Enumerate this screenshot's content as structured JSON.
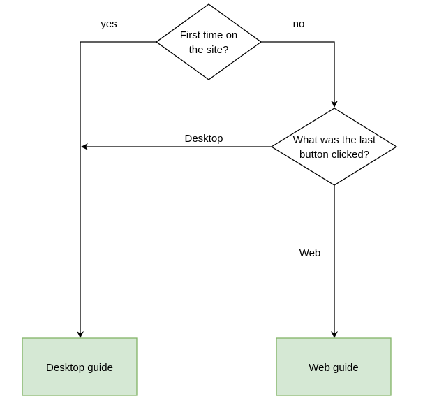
{
  "decision_first_time": {
    "line1": "First time on",
    "line2": "the site?"
  },
  "decision_last_button": {
    "line1": "What was the last",
    "line2": "button clicked?"
  },
  "edge_labels": {
    "yes": "yes",
    "no": "no",
    "desktop": "Desktop",
    "web": "Web"
  },
  "outcomes": {
    "desktop_guide": "Desktop guide",
    "web_guide": "Web guide"
  },
  "colors": {
    "outcome_fill": "#d5e8d4",
    "outcome_stroke": "#82b366",
    "stroke": "#000000"
  }
}
